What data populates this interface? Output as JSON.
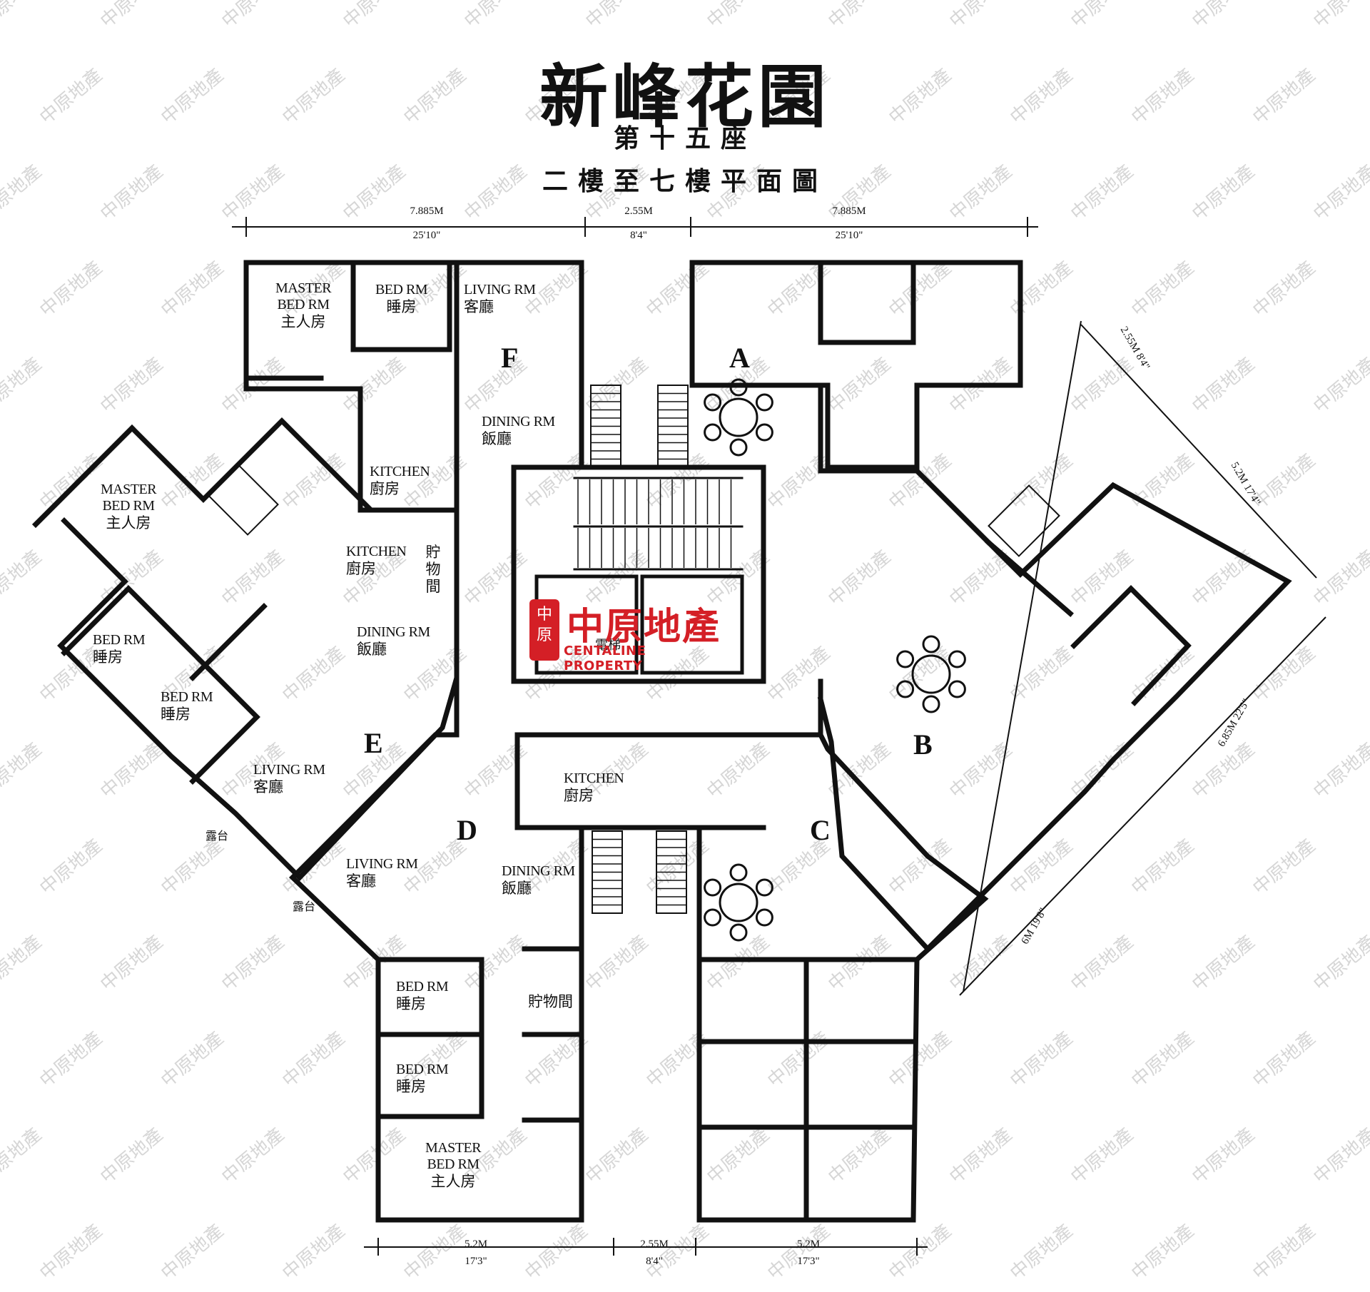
{
  "header": {
    "estate": "新峰花園",
    "block": "第十五座",
    "floors": "二樓至七樓平面圖"
  },
  "units": [
    "A",
    "B",
    "C",
    "D",
    "E",
    "F"
  ],
  "labels": {
    "master_bed_en_1": "MASTER",
    "master_bed_en_2": "BED RM",
    "master_bed_zh": "主人房",
    "bed_en": "BED RM",
    "bed_zh": "睡房",
    "living_en": "LIVING RM",
    "living_zh": "客廳",
    "dining_en": "DINING RM",
    "dining_zh": "飯廳",
    "kitchen_en": "KITCHEN",
    "kitchen_zh": "廚房",
    "store_zh": "貯物間",
    "balcony_zh": "露台",
    "lift_zh": "電梯"
  },
  "dimensions": {
    "top_left_m": "7.885M",
    "top_left_ft": "25'10\"",
    "top_mid_m": "2.55M",
    "top_mid_ft": "8'4\"",
    "top_right_m": "7.885M",
    "top_right_ft": "25'10\"",
    "right_1_m": "2.55M",
    "right_1_ft": "8'4\"",
    "right_2_m": "5.2M",
    "right_2_ft": "17'4\"",
    "right_3_m": "6.85M",
    "right_3_ft": "22'5\"",
    "right_4_m": "6M",
    "right_4_ft": "19'8\"",
    "bottom_left_m": "5.2M",
    "bottom_left_ft": "17'3\"",
    "bottom_mid_m": "2.55M",
    "bottom_mid_ft": "8'4\"",
    "bottom_right_m": "5.2M",
    "bottom_right_ft": "17'3\""
  },
  "logo": {
    "cn": "中原地產",
    "en": "CENTALINE PROPERTY",
    "seal": "中原"
  },
  "colors": {
    "ink": "#111111",
    "brand_red": "#d41f26",
    "watermark": "#d6d6d6"
  }
}
